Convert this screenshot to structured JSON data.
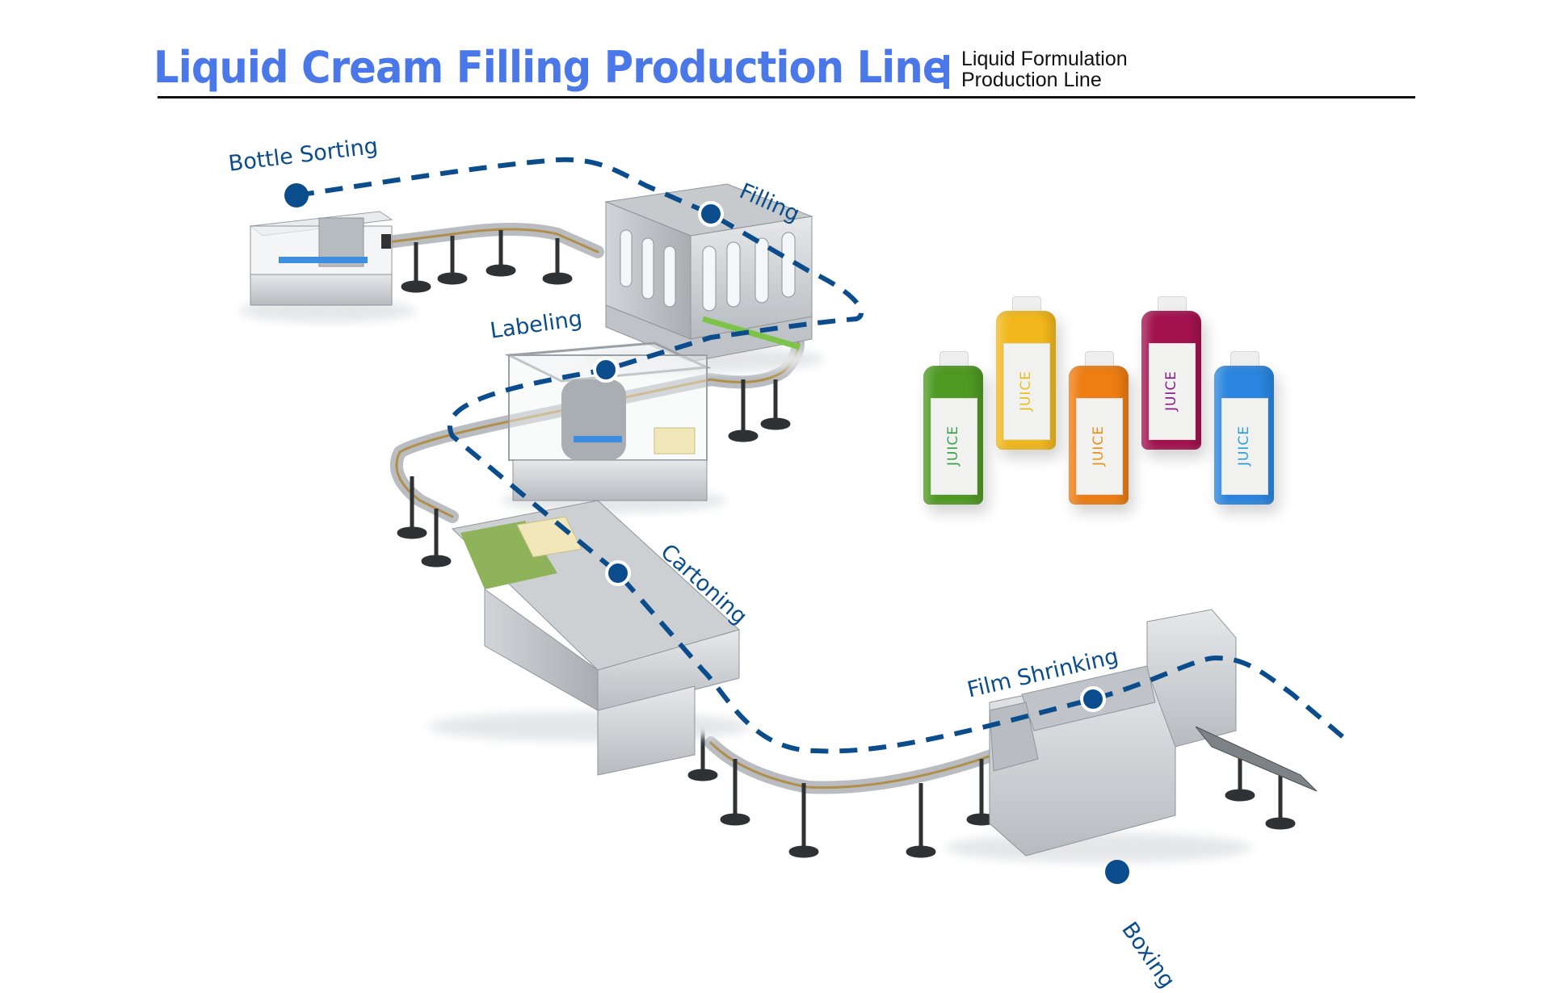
{
  "header": {
    "title": "Liquid Cream Filling Production Line",
    "subtitle_line1": "Liquid Formulation",
    "subtitle_line2": "Production Line"
  },
  "colors": {
    "title_blue": "#4a78e8",
    "path_navy": "#0b4d8c",
    "machine_steel": "#c9ccd0",
    "conveyor_green": "#7cc34a"
  },
  "stages": [
    {
      "id": "bottle-sorting",
      "label": "Bottle Sorting",
      "order": 1
    },
    {
      "id": "filling",
      "label": "Filling",
      "order": 2
    },
    {
      "id": "labeling",
      "label": "Labeling",
      "order": 3
    },
    {
      "id": "cartoning",
      "label": "Cartoning",
      "order": 4
    },
    {
      "id": "film-shrinking",
      "label": "Film Shrinking",
      "order": 5
    },
    {
      "id": "boxing",
      "label": "Boxing",
      "order": 6
    }
  ],
  "product_showcase": {
    "bottles": [
      {
        "label": "JUICE",
        "color": "#4f9a23",
        "text_color": "#3aa24a"
      },
      {
        "label": "JUICE",
        "color": "#f2b81b",
        "text_color": "#e8bf1a"
      },
      {
        "label": "JUICE",
        "color": "#ee7d12",
        "text_color": "#e8901a"
      },
      {
        "label": "JUICE",
        "color": "#a3124f",
        "text_color": "#8a1a8a"
      },
      {
        "label": "JUICE",
        "color": "#2a86e0",
        "text_color": "#2aa0d8"
      }
    ]
  }
}
